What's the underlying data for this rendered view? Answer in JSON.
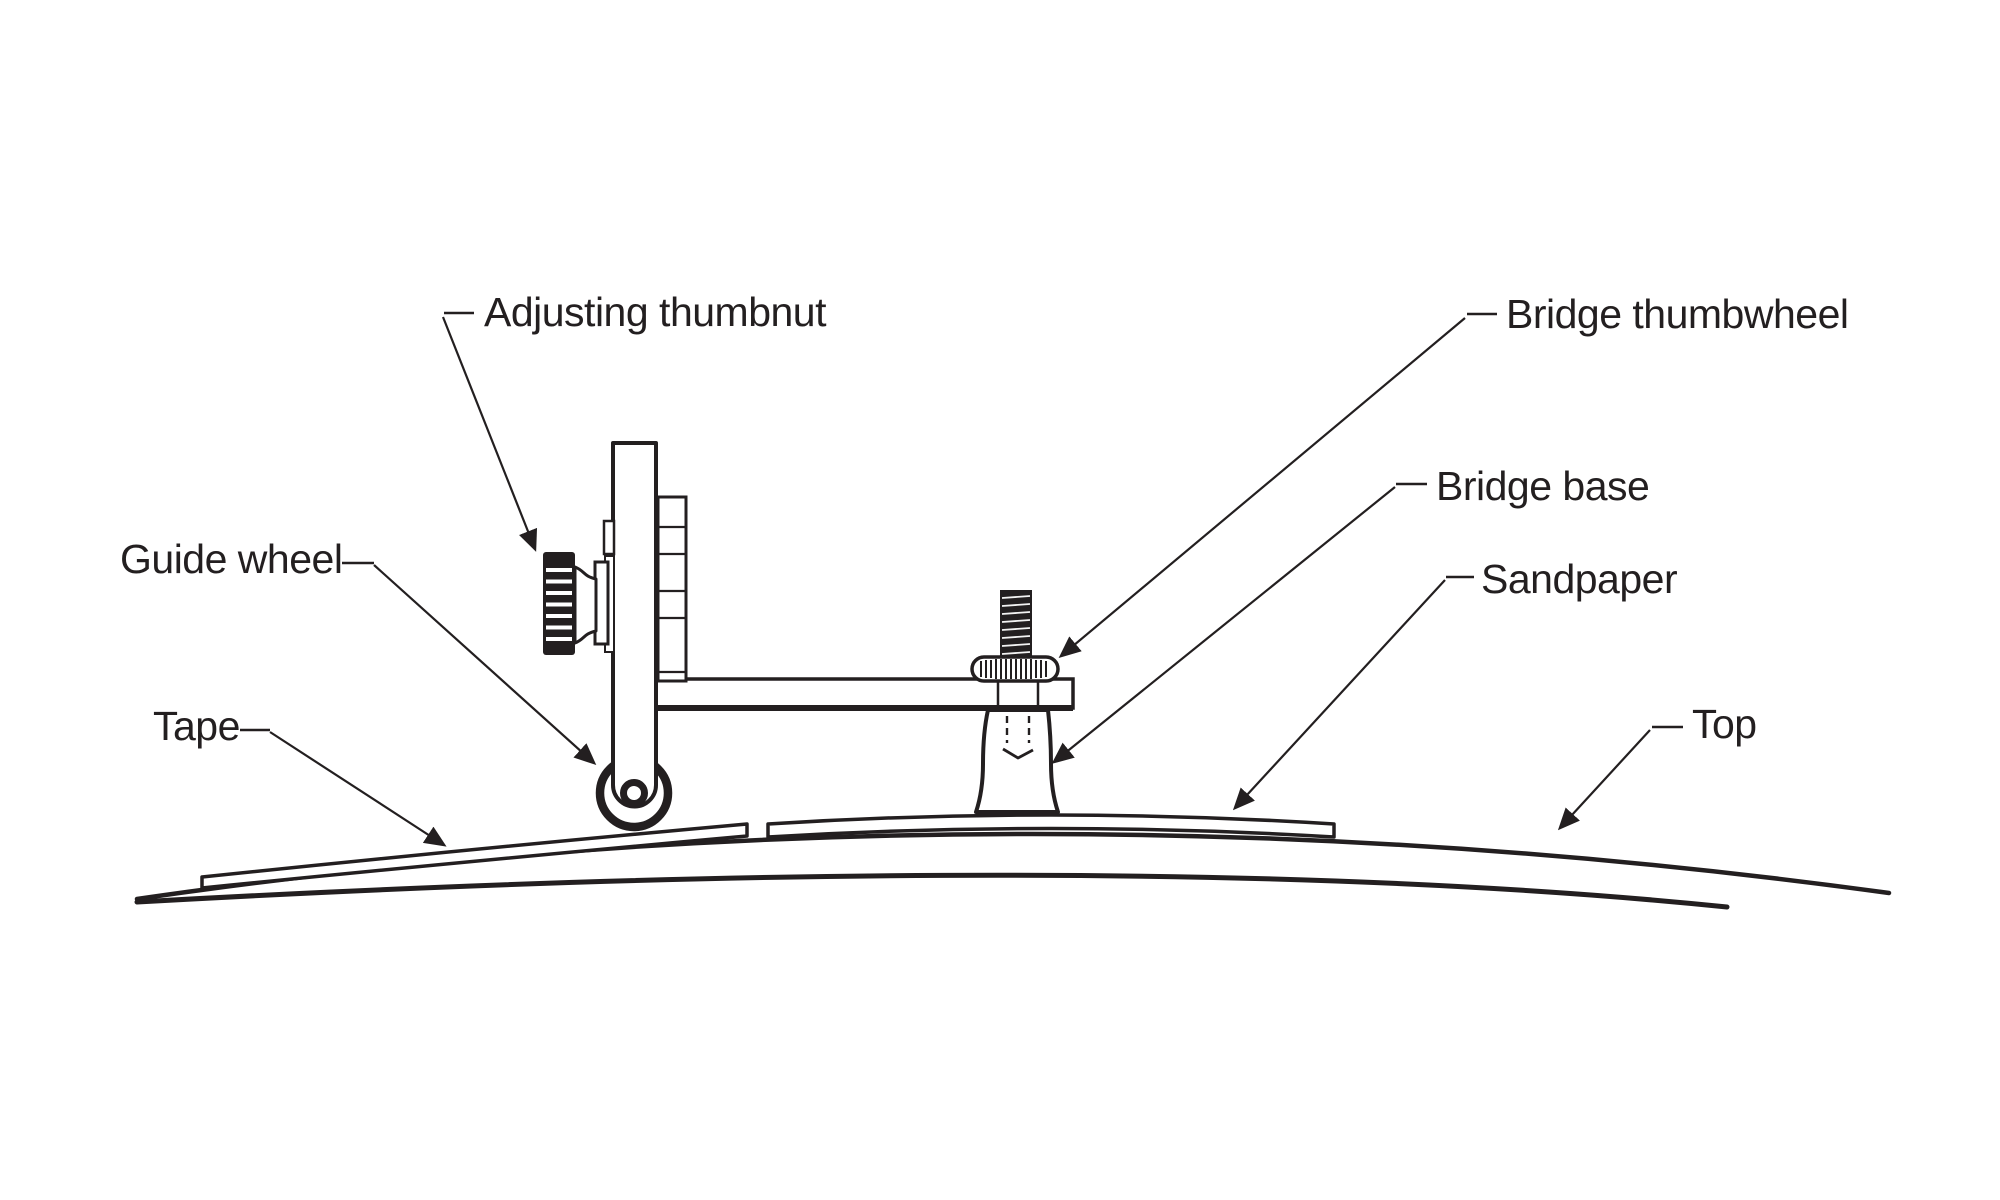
{
  "colors": {
    "ink": "#231f20",
    "background": "#ffffff"
  },
  "labels": {
    "adjusting_thumbnut": "Adjusting thumbnut",
    "guide_wheel": "Guide wheel",
    "tape": "Tape",
    "bridge_thumbwheel": "Bridge thumbwheel",
    "bridge_base": "Bridge base",
    "sandpaper": "Sandpaper",
    "top": "Top"
  }
}
